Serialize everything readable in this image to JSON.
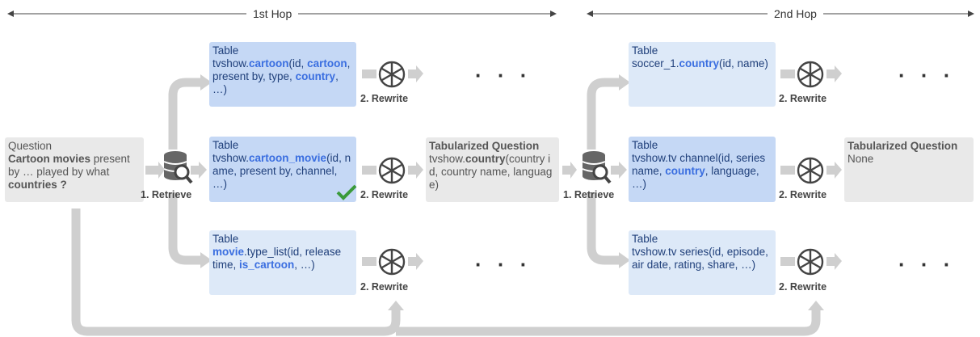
{
  "hops": {
    "first": "1st Hop",
    "second": "2nd Hop"
  },
  "question": {
    "title": "Question",
    "bold1": "Cartoon movies",
    "mid": " present by … played by what ",
    "bold2": "countries ?"
  },
  "labels": {
    "retrieve": "1. Retrieve",
    "rewrite": "2. Rewrite"
  },
  "ellipsis": "· · ·",
  "hop1": {
    "tables": [
      {
        "title": "Table",
        "pre": "tvshow.",
        "hl": "cartoon",
        "post": "(id, ",
        "hl2": "cartoon",
        "post2": ", present by, type, ",
        "hl3": "country",
        "post3": ", …)"
      },
      {
        "title": "Table",
        "pre": "tvshow.",
        "hl": "cartoon_movie",
        "post": "(id, name, present by, channel, …)"
      },
      {
        "title": "Table",
        "pre": "",
        "hl": "movie",
        "post": ".type_list(id, release time, ",
        "hl2": "is_cartoon",
        "post2": ", …)"
      }
    ],
    "tabularized": {
      "title": "Tabularized Question",
      "pre": "tvshow.",
      "hl": "country",
      "post": "(country id, country name, language)"
    }
  },
  "hop2": {
    "tables": [
      {
        "title": "Table",
        "pre": "soccer_1.",
        "hl": "country",
        "post": "(id, name)"
      },
      {
        "title": "Table",
        "pre": "tvshow.tv channel(id, series name, ",
        "hl": "country",
        "post": ", language, …)"
      },
      {
        "title": "Table",
        "pre": "tvshow.tv series(id, episode, air date, rating, share, …)",
        "hl": "",
        "post": ""
      }
    ],
    "tabularized": {
      "title": "Tabularized Question",
      "body": "None"
    }
  },
  "colors": {
    "arrow": "#cfcfcf",
    "check": "#3a9a3a",
    "highlight": "#3a6ee0"
  }
}
